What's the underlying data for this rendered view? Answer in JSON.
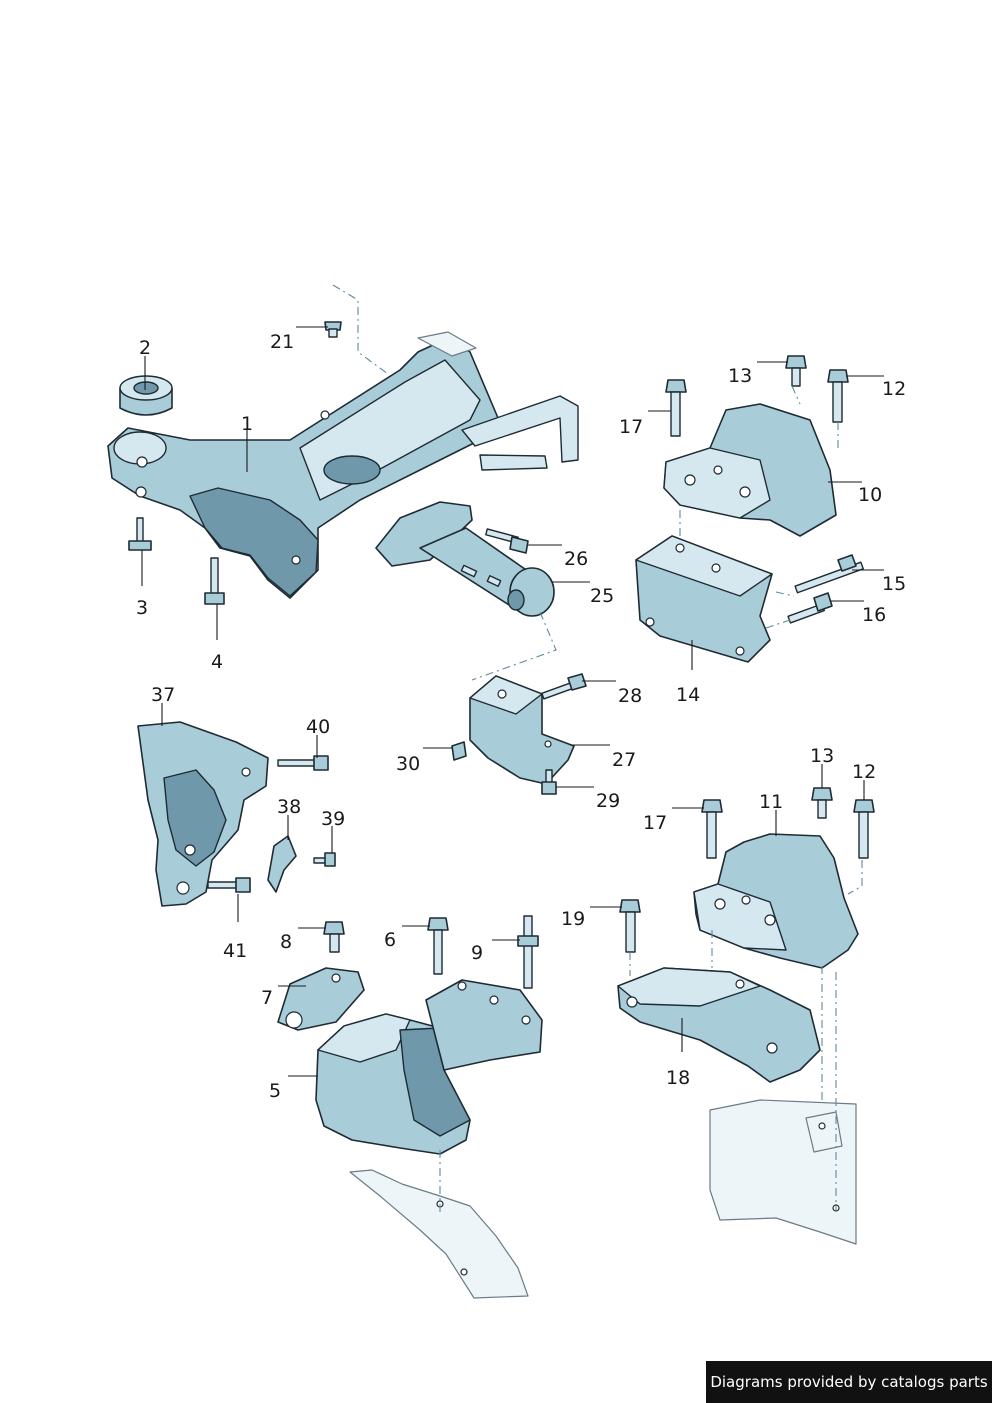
{
  "credit": "Diagrams provided by catalogs parts",
  "callouts": {
    "c1": "1",
    "c2": "2",
    "c3": "3",
    "c4": "4",
    "c5": "5",
    "c6": "6",
    "c7": "7",
    "c8": "8",
    "c9": "9",
    "c10": "10",
    "c11": "11",
    "c12a": "12",
    "c12b": "12",
    "c13a": "13",
    "c13b": "13",
    "c14": "14",
    "c15": "15",
    "c16": "16",
    "c17a": "17",
    "c17b": "17",
    "c18": "18",
    "c19": "19",
    "c21": "21",
    "c25": "25",
    "c26": "26",
    "c27": "27",
    "c28": "28",
    "c29": "29",
    "c30": "30",
    "c37": "37",
    "c38": "38",
    "c39": "39",
    "c40": "40",
    "c41": "41"
  },
  "colors": {
    "part_fill": "#a9ccd9",
    "part_outline": "#1e2b33",
    "leader_line": "#1a1a1a",
    "credit_background": "#111111"
  }
}
